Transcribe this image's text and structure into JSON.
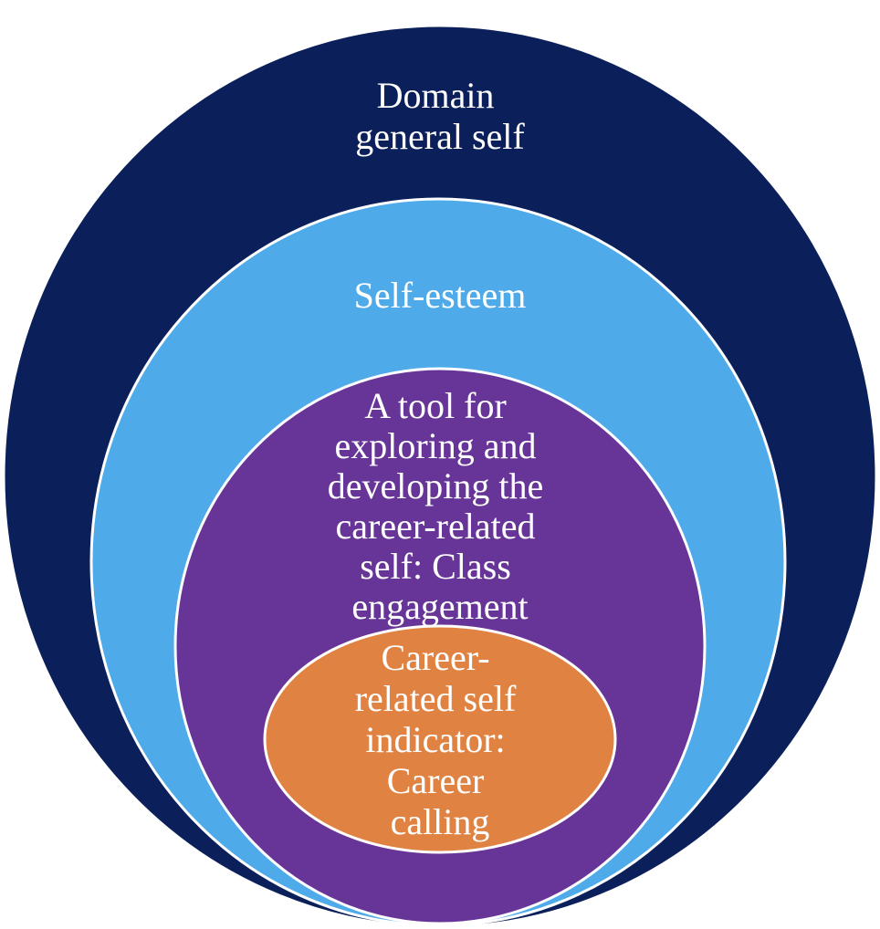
{
  "diagram": {
    "colors": {
      "outer": "#0b1f5a",
      "middle": "#4eaae8",
      "inner": "#673597",
      "core": "#e08342",
      "stroke": "#ffffff",
      "text": "#ffffff"
    },
    "layers": [
      {
        "id": "domain-general-self",
        "lines": [
          "Domain",
          "general self"
        ]
      },
      {
        "id": "self-esteem",
        "lines": [
          "Self-esteem"
        ]
      },
      {
        "id": "class-engagement",
        "lines": [
          "A tool for",
          "exploring and",
          "developing the",
          "career-related",
          "self: Class",
          "engagement"
        ]
      },
      {
        "id": "career-calling",
        "lines": [
          "Career-",
          "related self",
          "indicator:",
          "Career",
          "calling"
        ]
      }
    ]
  }
}
